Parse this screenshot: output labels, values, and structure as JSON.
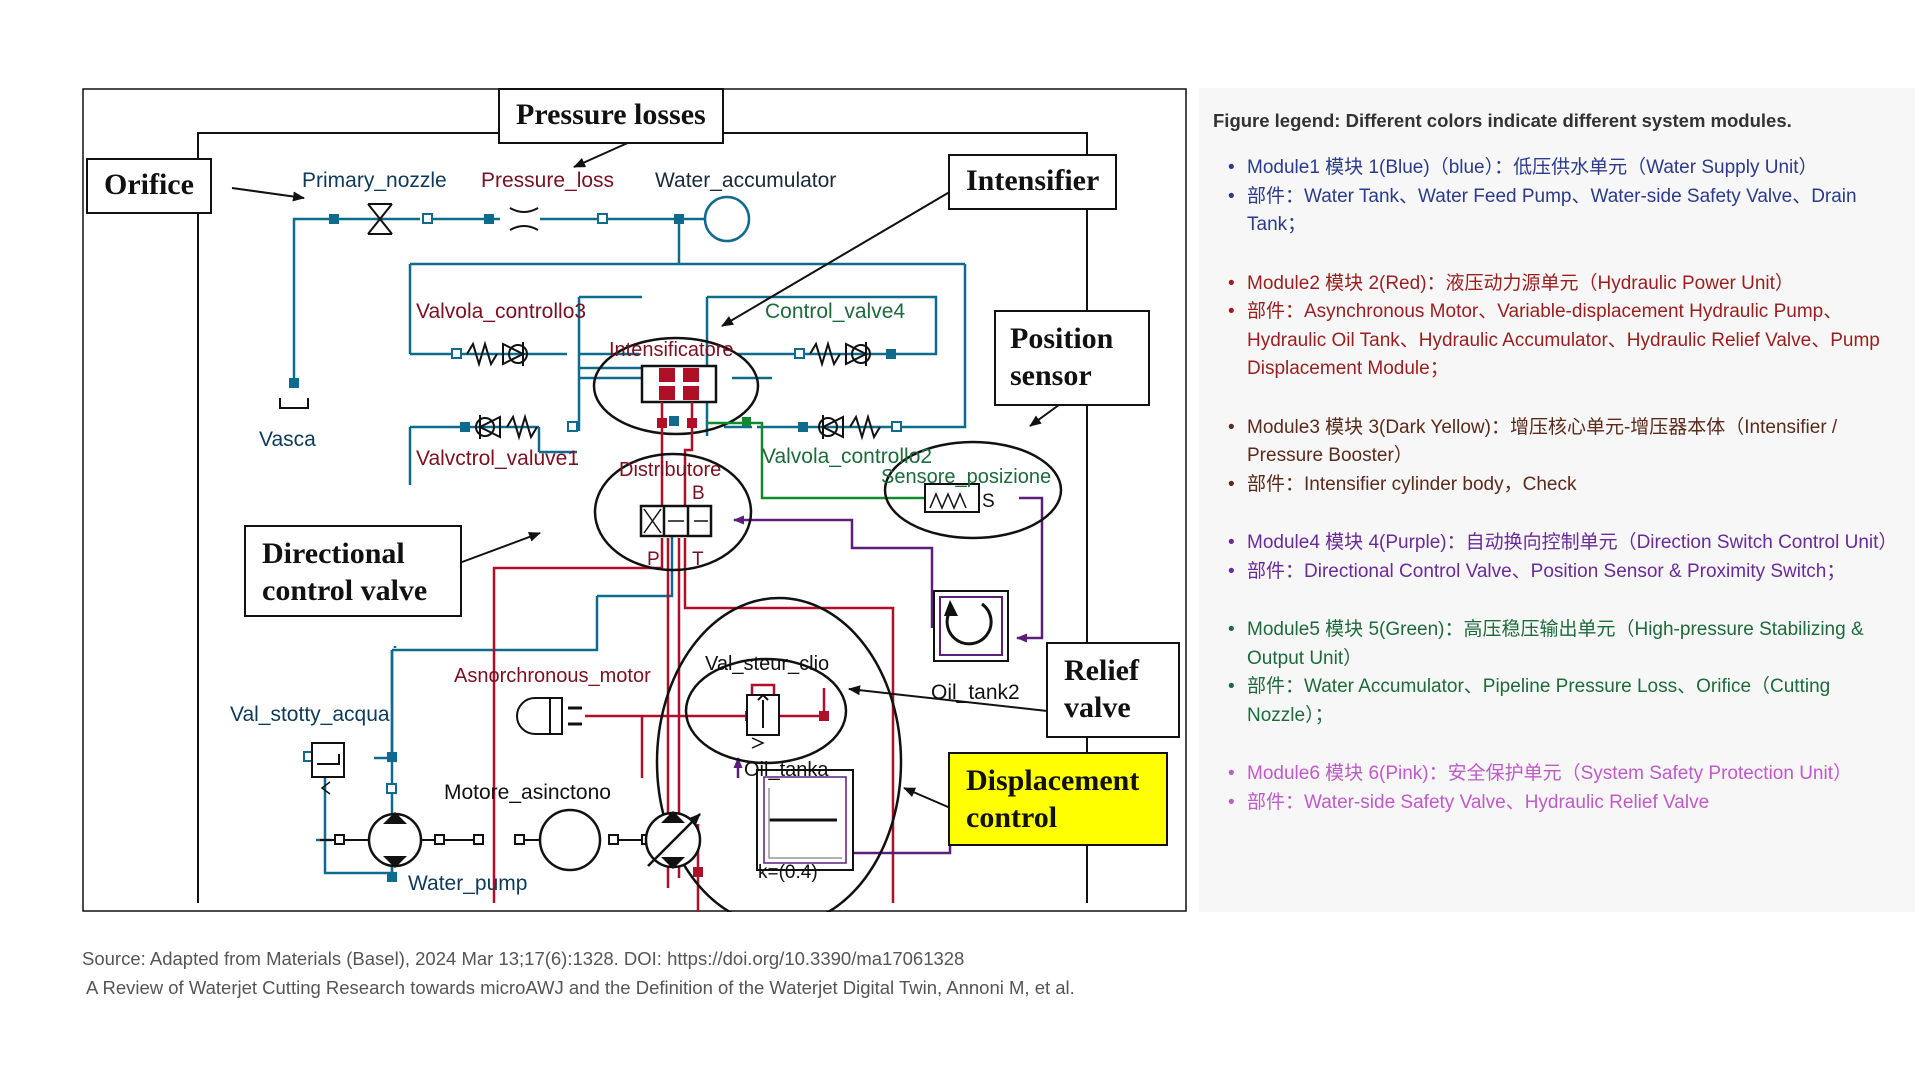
{
  "diagram": {
    "callouts": {
      "pressure_losses": "Pressure losses",
      "orifice": "Orifice",
      "intensifier": "Intensifier",
      "position_sensor": "Position sensor",
      "directional_control_valve": "Directional control valve",
      "relief_valve": "Relief valve",
      "displacement_control": "Displacement control"
    },
    "components": {
      "primary_nozzle": "Primary_nozzle",
      "pressure_loss": "Pressure_loss",
      "water_accumulator": "Water_accumulator",
      "valvola_controllo3": "Valvola_controllo3",
      "control_valve4": "Control_valve4",
      "intensificatore": "Intensificatore",
      "vasca": "Vasca",
      "valvctrol_valuve1": "Valvctrol_valuve1",
      "valvola_controllo2": "Valvola_controllo2",
      "distributore": "Distributore",
      "sensore_posizione": "Sensore_posizione",
      "port_b": "B",
      "port_p": "P",
      "port_t": "T",
      "sensor_s": "S",
      "val_steur_clio": "Val_steur_clio",
      "oil_tank2": "Oil_tank2",
      "asnorchronous_motor": "Asnorchronous_motor",
      "val_stotty_acqua": "Val_stotty_acqua",
      "motore_asinctono": "Motore_asinctono",
      "oil_tanka": "Oil_tanka",
      "water_pump": "Water_pump",
      "k_value": "k=(0.4)"
    },
    "colors": {
      "blue": "#0e6b8e",
      "red": "#b00f28",
      "green": "#118a2e",
      "purple": "#5b1f7a",
      "highlight": "#ffff00"
    }
  },
  "legend": {
    "title": "Figure legend: Different colors indicate different system modules.",
    "modules": [
      {
        "heading": "Module1 模块 1(Blue)（blue）：低压供水单元（Water Supply Unit）",
        "parts": "部件：Water Tank、Water Feed Pump、Water-side Safety Valve、Drain Tank；",
        "color": "#2b3a8c"
      },
      {
        "heading": "Module2 模块 2(Red)：液压动力源单元（Hydraulic Power Unit）",
        "parts": "部件：Asynchronous Motor、Variable-displacement Hydraulic Pump、Hydraulic Oil Tank、Hydraulic Accumulator、Hydraulic Relief Valve、Pump Displacement Module；",
        "color": "#9b1d1d"
      },
      {
        "heading": "Module3 模块 3(Dark Yellow)：增压核心单元-增压器本体（Intensifier / Pressure Booster）",
        "parts": "部件：Intensifier cylinder body，Check",
        "color": "#5a2a1a"
      },
      {
        "heading": "Module4 模块 4(Purple)：自动换向控制单元（Direction Switch Control Unit）",
        "parts": "部件：Directional Control Valve、Position Sensor & Proximity Switch；",
        "color": "#6a2a9a"
      },
      {
        "heading": "Module5 模块 5(Green)：高压稳压输出单元（High-pressure Stabilizing & Output Unit）",
        "parts": "部件：Water Accumulator、Pipeline Pressure Loss、Orifice（Cutting Nozzle）；",
        "color": "#1d6a3a"
      },
      {
        "heading": "Module6 模块 6(Pink)：安全保护单元（System Safety Protection Unit）",
        "parts": "部件：Water-side Safety Valve、Hydraulic Relief Valve",
        "color": "#c159c9"
      }
    ]
  },
  "source": {
    "line1": "Source: Adapted from Materials (Basel), 2024 Mar 13;17(6):1328.   DOI: https://doi.org/10.3390/ma17061328",
    "line2": "A Review of Waterjet Cutting Research towards microAWJ and the Definition of the Waterjet Digital Twin, Annoni M, et al."
  }
}
